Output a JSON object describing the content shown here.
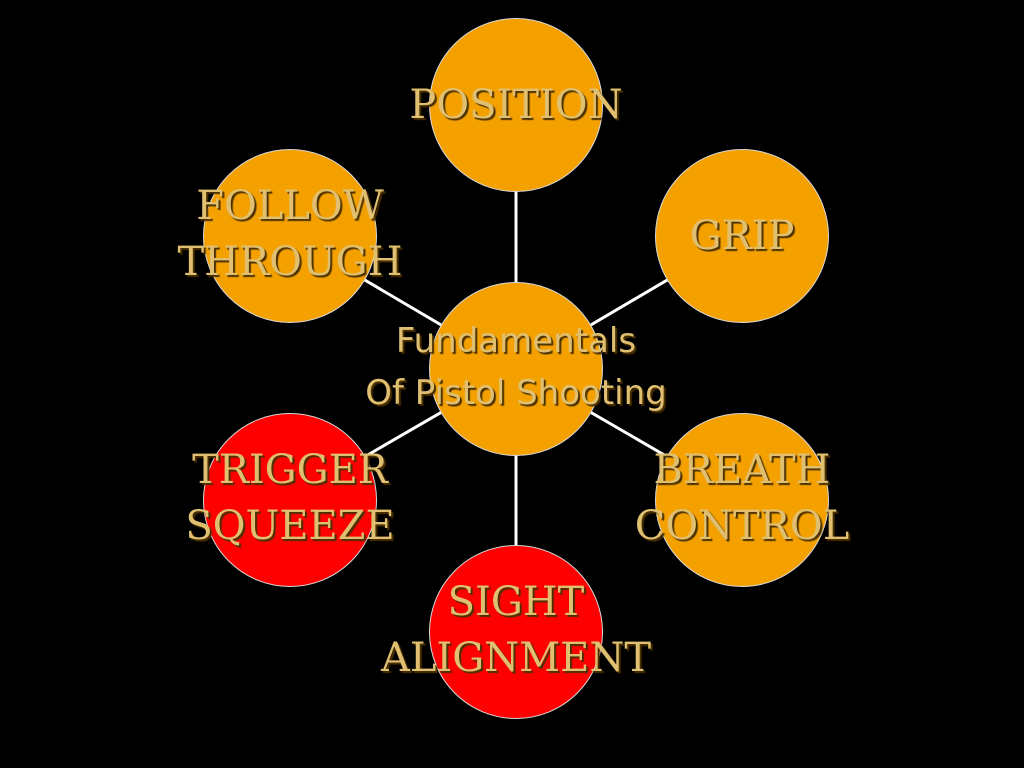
{
  "colors": {
    "background": "#000000",
    "node_orange": "#F4A100",
    "node_red": "#FF0000",
    "connector": "#FFFFFF",
    "label_gold": "#E0C070"
  },
  "diagram": {
    "center": {
      "lines": [
        "Fundamentals",
        "Of Pistol Shooting"
      ],
      "fill": "#F4A100"
    },
    "nodes": [
      {
        "id": "position",
        "lines": [
          "POSITION"
        ],
        "fill": "#F4A100"
      },
      {
        "id": "grip",
        "lines": [
          "GRIP"
        ],
        "fill": "#F4A100"
      },
      {
        "id": "breath-control",
        "lines": [
          "BREATH",
          "CONTROL"
        ],
        "fill": "#F4A100"
      },
      {
        "id": "sight-alignment",
        "lines": [
          "SIGHT",
          "ALIGNMENT"
        ],
        "fill": "#FF0000"
      },
      {
        "id": "trigger-squeeze",
        "lines": [
          "TRIGGER",
          "SQUEEZE"
        ],
        "fill": "#FF0000"
      },
      {
        "id": "follow-through",
        "lines": [
          "FOLLOW",
          "THROUGH"
        ],
        "fill": "#F4A100"
      }
    ]
  }
}
